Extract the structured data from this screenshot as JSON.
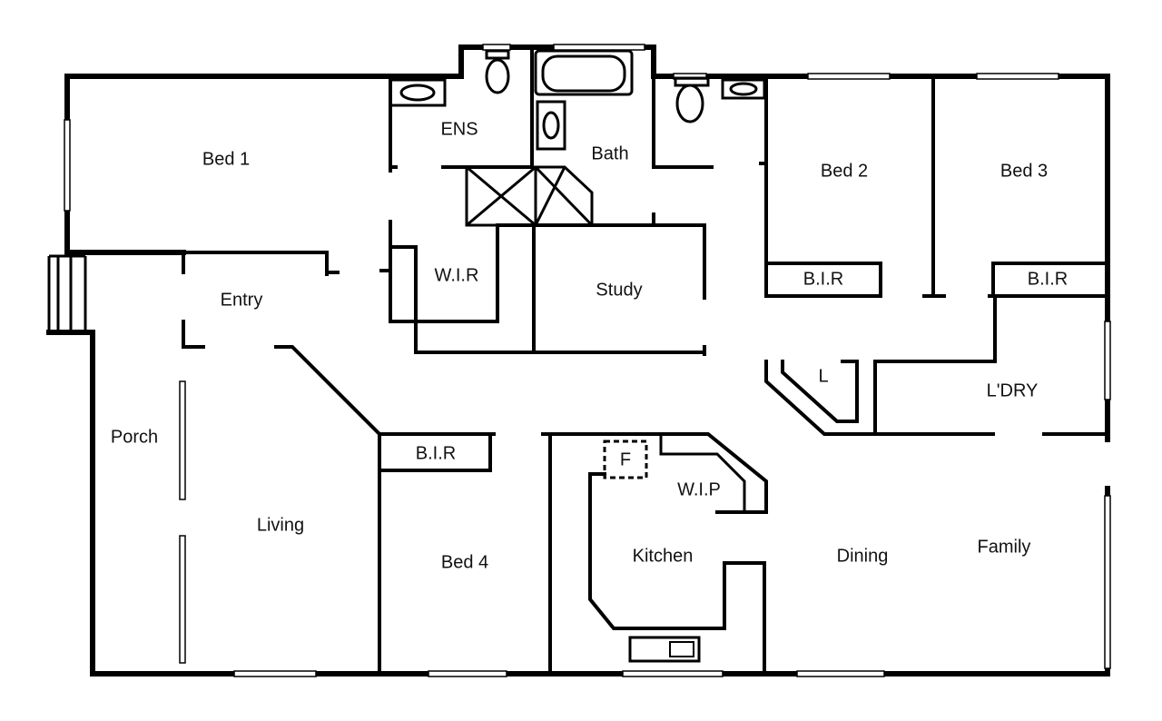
{
  "plan": {
    "rooms": [
      {
        "id": "bed1",
        "label": "Bed 1"
      },
      {
        "id": "ens",
        "label": "ENS"
      },
      {
        "id": "bath",
        "label": "Bath"
      },
      {
        "id": "bed2",
        "label": "Bed 2"
      },
      {
        "id": "bed3",
        "label": "Bed 3"
      },
      {
        "id": "entry",
        "label": "Entry"
      },
      {
        "id": "wir",
        "label": "W.I.R"
      },
      {
        "id": "study",
        "label": "Study"
      },
      {
        "id": "bir2",
        "label": "B.I.R"
      },
      {
        "id": "bir3",
        "label": "B.I.R"
      },
      {
        "id": "linen",
        "label": "L"
      },
      {
        "id": "ldry",
        "label": "L'DRY"
      },
      {
        "id": "porch",
        "label": "Porch"
      },
      {
        "id": "bir4",
        "label": "B.I.R"
      },
      {
        "id": "fridge",
        "label": "F"
      },
      {
        "id": "wip",
        "label": "W.I.P"
      },
      {
        "id": "living",
        "label": "Living"
      },
      {
        "id": "bed4",
        "label": "Bed 4"
      },
      {
        "id": "kitchen",
        "label": "Kitchen"
      },
      {
        "id": "dining",
        "label": "Dining"
      },
      {
        "id": "family",
        "label": "Family"
      }
    ]
  },
  "colors": {
    "wall": "#000000",
    "background": "#ffffff"
  }
}
